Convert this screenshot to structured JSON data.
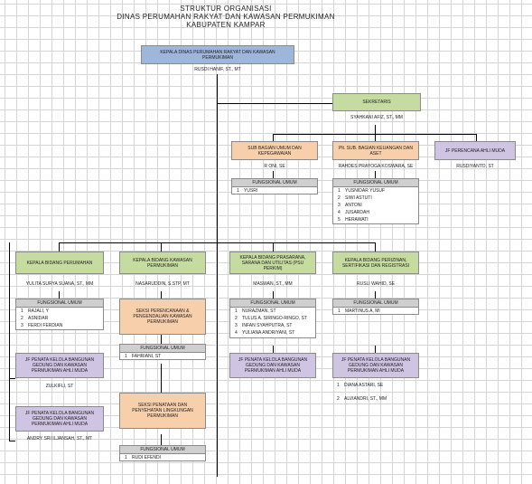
{
  "title": {
    "line1": "STRUKTUR ORGANISASI",
    "line2": "DINAS PERUMAHAN RAKYAT DAN KAWASAN PERMUKIMAN",
    "line3": "KABUPATEN KAMPAR"
  },
  "kepala": {
    "title": "KEPALA DINAS PERUMAHAN RAKYAT DAN KAWASAN PERMUKIMAN",
    "name": "RUSDI HANIF, ST., MT"
  },
  "sekretaris": {
    "title": "SEKRETARIS",
    "name": "SYAHKANI AFIZ, ST., MM"
  },
  "sub_umum": {
    "title": "SUB BAGIAN UMUM DAN KEPEGAWAIAN",
    "name": "R ONI, SE"
  },
  "sub_keuangan": {
    "title": "Plt. SUB. BAGIAN KEUANGAN DAN ASET",
    "name": "RAHDES PRAYOGA KOSWARA, SE"
  },
  "jf_perencana": {
    "title": "JF PERENCANA AHLI MUDA",
    "name": "RUSDIYANTO, ST"
  },
  "fu_umum": {
    "header": "FUNGSIONAL UMUM",
    "items": [
      {
        "n": "1",
        "v": "YUSRI"
      }
    ]
  },
  "fu_keuangan": {
    "header": "FUNGSIONAL UMUM",
    "items": [
      {
        "n": "1",
        "v": "YUSNIDAR YUSUF"
      },
      {
        "n": "2",
        "v": "SIWI ASTUTI"
      },
      {
        "n": "3",
        "v": "ANTONI"
      },
      {
        "n": "4",
        "v": "JUSARDAH"
      },
      {
        "n": "5",
        "v": "HERAWATI"
      }
    ]
  },
  "bid_perumahan": {
    "title": "KEPALA BIDANG PERUMAHAN",
    "name": "YULITA SURYA SUANA, ST., MM",
    "fu": {
      "header": "FUNGSIONAL UMUM",
      "items": [
        {
          "n": "1",
          "v": "RAJALI, Y"
        },
        {
          "n": "2",
          "v": "ASNIDAR"
        },
        {
          "n": "3",
          "v": "FERDI FERDIAN"
        }
      ]
    },
    "jf1": {
      "title": "JF PENATA KELOLA BANGUNAN GEDUNG DAN KAWASAN PERMUKIMAN AHLI MUDA",
      "name": "ZULKIFLI, ST"
    },
    "jf2": {
      "title": "JF PENATA KELOLA BANGUNAN GEDUNG DAN KAWASAN PERMUKIMAN AHLI MUDA",
      "name": "ANDRY SRI ILJANSAH, ST., MT"
    }
  },
  "bid_kawasan": {
    "title": "KEPALA BIDANG KAWASAN PERMUKIMAN",
    "name": "NASARUDDIN, S.STP, MT",
    "seksi1": {
      "title": "SEKSI PERENCANAAN & PENGENDALIAN KAWASAN PERMUKIMAN"
    },
    "fu1": {
      "header": "FUNGSIONAL UMUM",
      "items": [
        {
          "n": "1",
          "v": "FAHRIANI, ST"
        }
      ]
    },
    "seksi2": {
      "title": "SEKSI PENATAAN DAN PENYEHATAN LINGKUNGAN PERMUKIMAN"
    },
    "fu2": {
      "header": "FUNGSIONAL UMUM",
      "items": [
        {
          "n": "1",
          "v": "RUDI EFENDI"
        }
      ]
    }
  },
  "bid_prasarana": {
    "title": "KEPALA BIDANG PRASARANA, SARANA DAN UTILITAS (PSU PERKIM)",
    "name": "MASWAN, ST., MM",
    "fu": {
      "header": "FUNGSIONAL UMUM",
      "items": [
        {
          "n": "1",
          "v": "NURAZMAN, ST"
        },
        {
          "n": "2",
          "v": "TULUS A. SIRINGO-RINGO, ST"
        },
        {
          "n": "3",
          "v": "INFAN SYAHPUTRA, ST"
        },
        {
          "n": "4",
          "v": "YULIANA ANDRIYANI, ST"
        }
      ]
    },
    "jf": {
      "title": "JF PENATA KELOLA BANGUNAN GEDUNG DAN KAWASAN PERMUKIMAN AHLI MUDA"
    }
  },
  "bid_perizinan": {
    "title": "KEPALA BIDANG PERIZINAN, SERTIFIKASI DAN REGISTRASI",
    "name": "RUSLI WAHID, SE",
    "fu": {
      "header": "FUNGSIONAL UMUM",
      "items": [
        {
          "n": "1",
          "v": "MARTINUS A, MI"
        }
      ]
    },
    "jf": {
      "title": "JF PENATA KELOLA BANGUNAN GEDUNG DAN KAWASAN PERMUKIMAN AHLI MUDA",
      "items": [
        {
          "n": "1",
          "v": "DIANA ASTARI, SE"
        },
        {
          "n": "2",
          "v": "ALVIANDRI, ST., MM"
        }
      ]
    }
  }
}
